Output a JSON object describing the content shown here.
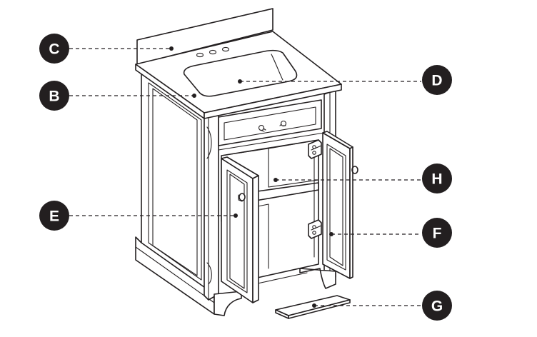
{
  "callouts": [
    {
      "id": "c",
      "label": "C"
    },
    {
      "id": "b",
      "label": "B"
    },
    {
      "id": "d",
      "label": "D"
    },
    {
      "id": "h",
      "label": "H"
    },
    {
      "id": "e",
      "label": "E"
    },
    {
      "id": "f",
      "label": "F"
    },
    {
      "id": "g",
      "label": "G"
    }
  ],
  "colors": {
    "line": "#231f20",
    "badge": "#231f20",
    "badge_text": "#ffffff",
    "background": "#ffffff"
  }
}
